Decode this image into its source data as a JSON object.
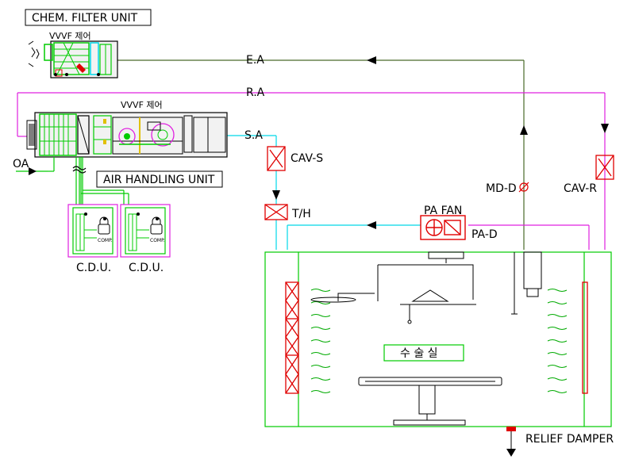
{
  "units": {
    "chem_filter": "CHEM. FILTER UNIT",
    "ahu": "AIR HANDLING UNIT",
    "vvvf_top": "VVVF 제어",
    "vvvf_ahu": "VVVF 제어",
    "cdu_left": "C.D.U.",
    "cdu_right": "C.D.U.",
    "comp": "COMP."
  },
  "ducts": {
    "ea": "E.A",
    "ra": "R.A",
    "sa": "S.A",
    "oa": "OA"
  },
  "devices": {
    "cav_s": "CAV-S",
    "th": "T/H",
    "pa_fan": "PA FAN",
    "pa_d": "PA-D",
    "md_d": "MD-D",
    "cav_r": "CAV-R",
    "relief_damper": "RELIEF DAMPER"
  },
  "room": {
    "name": "수 술 실"
  },
  "colors": {
    "supply": "#00d8e8",
    "return": "#e020e0",
    "exhaust": "#406020",
    "equipment": "#00cc00",
    "alarm": "#e00000"
  }
}
